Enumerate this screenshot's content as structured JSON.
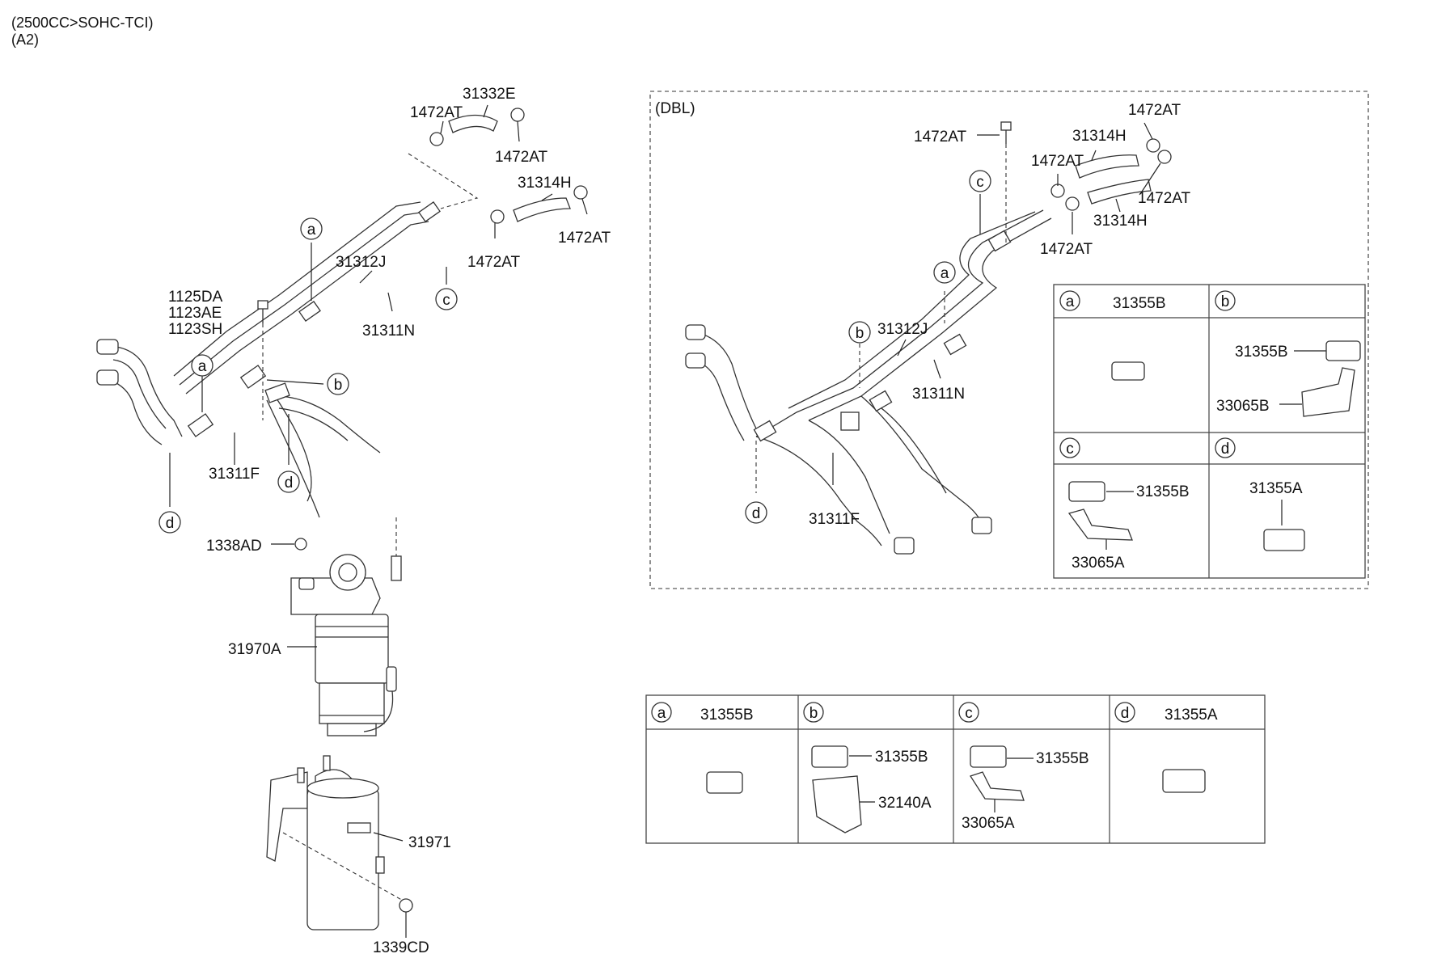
{
  "header": {
    "line1": "(2500CC>SOHC-TCI)",
    "line2": "(A2)"
  },
  "main": {
    "labels": {
      "p31332E": "31332E",
      "p1472AT_a": "1472AT",
      "p1472AT_b": "1472AT",
      "p31314H": "31314H",
      "p1472AT_c": "1472AT",
      "p1472AT_d": "1472AT",
      "p31312J": "31312J",
      "p31311N": "31311N",
      "p1125DA": "1125DA",
      "p1123AE": "1123AE",
      "p1123SH": "1123SH",
      "p31311F": "31311F",
      "p1338AD": "1338AD",
      "p31970A": "31970A",
      "p31971": "31971",
      "p1339CD": "1339CD"
    },
    "callouts": {
      "a1": "a",
      "a2": "a",
      "b": "b",
      "c": "c",
      "d1": "d",
      "d2": "d"
    }
  },
  "dbl": {
    "title": "(DBL)",
    "labels": {
      "p1472AT_top": "1472AT",
      "p1472AT_left": "1472AT",
      "p31314H_top": "31314H",
      "p1472AT_tl": "1472AT",
      "p1472AT_right": "1472AT",
      "p31314H_bottom": "31314H",
      "p1472AT_bottom": "1472AT",
      "p31312J": "31312J",
      "p31311N": "31311N",
      "p31311F": "31311F"
    },
    "callouts": {
      "a": "a",
      "b": "b",
      "c": "c",
      "d": "d"
    },
    "legend": {
      "a": {
        "key": "a",
        "parts": [
          "31355B"
        ]
      },
      "b": {
        "key": "b",
        "parts": [
          "31355B",
          "33065B"
        ]
      },
      "c": {
        "key": "c",
        "parts": [
          "31355B",
          "33065A"
        ]
      },
      "d": {
        "key": "d",
        "parts": [
          "31355A"
        ]
      }
    }
  },
  "bottom_legend": {
    "a": {
      "key": "a",
      "parts": [
        "31355B"
      ]
    },
    "b": {
      "key": "b",
      "parts": [
        "31355B",
        "32140A"
      ]
    },
    "c": {
      "key": "c",
      "parts": [
        "31355B",
        "33065A"
      ]
    },
    "d": {
      "key": "d",
      "parts": [
        "31355A"
      ]
    }
  }
}
